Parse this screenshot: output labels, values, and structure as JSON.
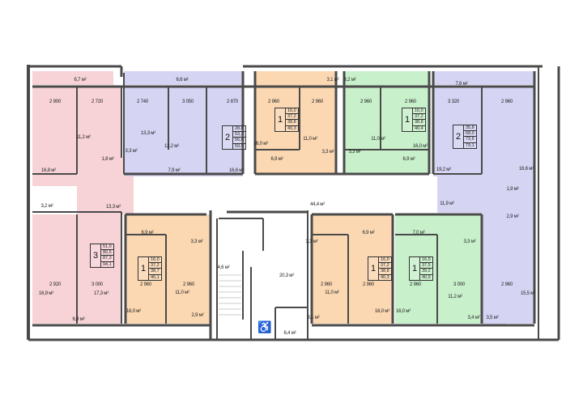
{
  "colors": {
    "three_room": "#f7d2d6",
    "two_room": "#d5d4f3",
    "one_room_orange": "#fbd8b2",
    "one_room_green": "#c8f0cb",
    "wall": "#4a4a4a"
  },
  "labels": [
    "6,7 м²",
    "2 900",
    "2 720",
    "11,2 м²",
    "1,8 м²",
    "16,8 м²",
    "3,2 м²",
    "13,3 м²",
    "2 920",
    "3 000",
    "16,9 м²",
    "17,3 м²",
    "6,9 м²",
    "6,6 м²",
    "2 740",
    "3 050",
    "2 870",
    "13,3 м²",
    "12,2 м²",
    "3,3 м²",
    "7,9 м²",
    "16,6 м²",
    "3,1 м²",
    "2 960",
    "2 960",
    "16,0 м²",
    "11,0 м²",
    "3,3 м²",
    "6,9 м²",
    "3,2 м²",
    "2 960",
    "2 960",
    "11,0 м²",
    "3,3 м²",
    "16,0 м²",
    "6,9 м²",
    "7,6 м²",
    "3 320",
    "2 960",
    "19,2 м²",
    "16,6 м²",
    "1,9 м²",
    "11,9 м²",
    "2,9 м²",
    "2 960",
    "15,5 м²",
    "3,5 м²",
    "6,9 м²",
    "3,3 м²",
    "2 960",
    "2 960",
    "11,0 м²",
    "16,0 м²",
    "2,9 м²",
    "4,6 м²",
    "20,3 м²",
    "6,4 м²",
    "44,4 м²",
    "6,9 м²",
    "3,3 м²",
    "2 960",
    "2 960",
    "11,0 м²",
    "16,0 м²",
    "3,1 м²",
    "7,0 м²",
    "3,3 м²",
    "2 960",
    "3 000",
    "11,2 м²",
    "16,0 м²",
    "3,4 м²"
  ],
  "apartments": [
    {
      "rooms": "3",
      "areas": [
        "51,0",
        "80,5",
        "87,3",
        "94,1"
      ]
    },
    {
      "rooms": "2",
      "areas": [
        "28,8",
        "53,3",
        "56,6",
        "59,9"
      ]
    },
    {
      "rooms": "1",
      "areas": [
        "16,0",
        "37,2",
        "38,8",
        "40,3"
      ]
    },
    {
      "rooms": "1",
      "areas": [
        "16,0",
        "37,2",
        "38,8",
        "40,4"
      ]
    },
    {
      "rooms": "2",
      "areas": [
        "35,8",
        "68,0",
        "73,6",
        "79,1"
      ]
    },
    {
      "rooms": "1",
      "areas": [
        "16,0",
        "37,2",
        "38,7",
        "40,1"
      ]
    },
    {
      "rooms": "1",
      "areas": [
        "16,0",
        "37,2",
        "38,8",
        "40,3"
      ]
    },
    {
      "rooms": "1",
      "areas": [
        "16,0",
        "37,5",
        "39,2",
        "40,9"
      ]
    }
  ],
  "icons": {
    "accessibility": "wheelchair-icon"
  }
}
